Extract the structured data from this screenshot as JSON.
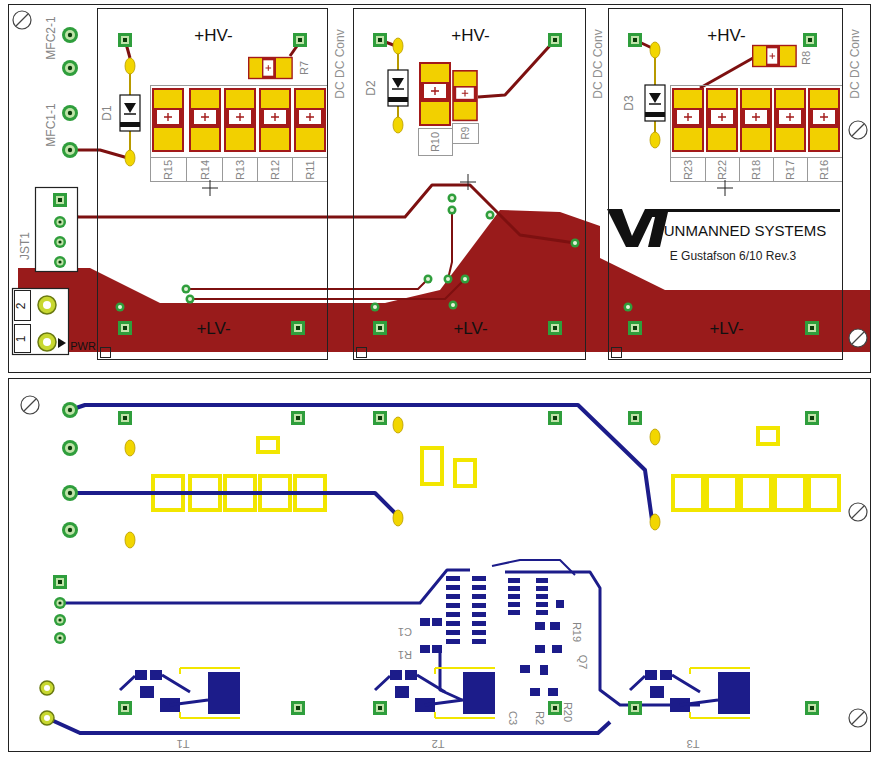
{
  "diagram": {
    "nodes": [
      {
        "text": [
          "+HV-",
          "+LV-",
          "DC DC Conv"
        ]
      },
      {
        "text": [
          "+HV-",
          "+LV-",
          "DC DC Conv"
        ]
      },
      {
        "text": [
          "+HV-",
          "+LV-",
          "DC DC Conv"
        ]
      }
    ],
    "labels": [
      "MFC2-1",
      "MFC1-1",
      "D1",
      "R15",
      "R14",
      "R13",
      "R12",
      "R11",
      "R7",
      "D2",
      "R10",
      "R9",
      "D3",
      "R23",
      "R22",
      "R18",
      "R17",
      "R16",
      "R8",
      "JST1",
      "2",
      "1",
      "PWR",
      "UNMANNED SYSTEMS",
      "E Gustafson 6/10 Rev.3",
      "C1",
      "R1",
      "R19",
      "Q7",
      "C3",
      "R2",
      "R20",
      "T1",
      "T2",
      "T3"
    ]
  }
}
